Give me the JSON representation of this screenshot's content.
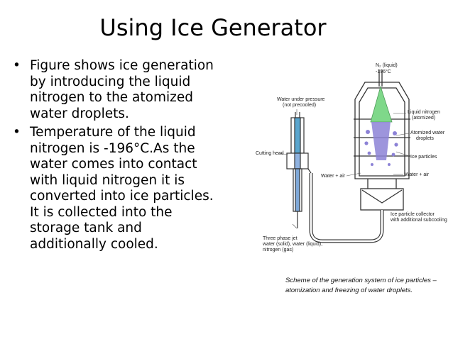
{
  "slide": {
    "title": "Using Ice Generator",
    "bullets": [
      "Figure shows ice generation by introducing the liquid nitrogen to the atomized water droplets.",
      " Temperature of the liquid nitrogen is -196°C.As the water comes into contact with liquid nitrogen it is converted into ice particles. It is collected into the storage tank and additionally cooled."
    ]
  },
  "figure": {
    "labels": {
      "n2_top": "N₂ (liquid)",
      "n2_temp": "-196°C",
      "water_pressure_1": "Water under pressure",
      "water_pressure_2": "(not precooled)",
      "liquid_n2_1": "Liquid nitrogen",
      "liquid_n2_2": "(atomized)",
      "atomized_1": "Atomized water",
      "atomized_2": "droplets",
      "ice_particles": "Ice particles",
      "cutting_head": "Cutting head",
      "water_air_left": "Water + air",
      "water_air_right": "Water + air",
      "collector_1": "Ice particle collector",
      "collector_2": "with additional subcooling",
      "jet_1": "Three phase jet",
      "jet_2": "water (solid), water (liquid),",
      "jet_3": "nitrogen (gas)"
    },
    "caption_line1": "Scheme of the generation system of ice particles –",
    "caption_line2": "atomization and freezing of water droplets.",
    "colors": {
      "nitrogen": "#7fd88a",
      "droplets": "#8c82d6",
      "water_jet": "#5aa6cf",
      "outline": "#333333"
    }
  }
}
